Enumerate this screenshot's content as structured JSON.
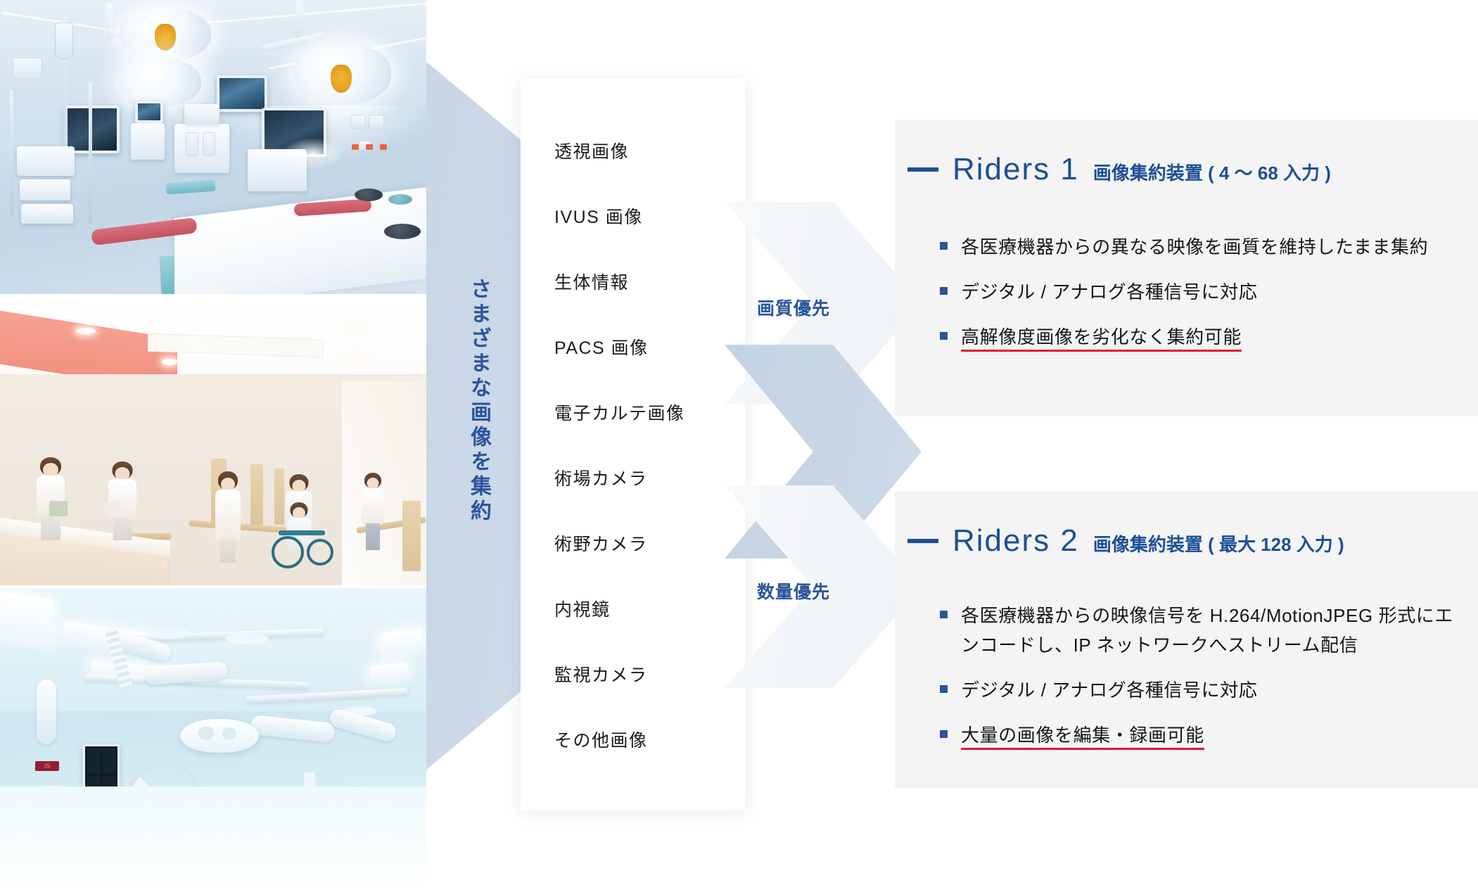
{
  "left_photos": [
    {
      "name": "operating-room-photo",
      "alt": "手術室の写真"
    },
    {
      "name": "hospital-corridor-photo",
      "alt": "病院廊下のイラスト"
    },
    {
      "name": "hybrid-operating-room-photo",
      "alt": "ハイブリッド手術室の写真"
    }
  ],
  "trapezoid": {
    "label": "さまざまな画像を集約",
    "color": "#c8d6e6",
    "text_color": "#2a559b"
  },
  "source_list": {
    "items": [
      "透視画像",
      "IVUS 画像",
      "生体情報",
      "PACS 画像",
      "電子カルテ画像",
      "術場カメラ",
      "術野カメラ",
      "内視鏡",
      "監視カメラ",
      "その他画像"
    ]
  },
  "arrows": [
    {
      "label": "画質優先",
      "color": "#f1f4f8"
    },
    {
      "label": "",
      "color": "#c8d6e5"
    },
    {
      "label": "数量優先",
      "color": "#f1f4f8"
    }
  ],
  "products": [
    {
      "title": "Riders 1",
      "subtitle": "画像集約装置 ( 4 〜 68 入力 )",
      "accent": "#1d4f96",
      "bullets": [
        {
          "text": "各医療機器からの異なる映像を画質を維持したまま集約",
          "underline": false
        },
        {
          "text": "デジタル / アナログ各種信号に対応",
          "underline": false
        },
        {
          "text": "高解像度画像を劣化なく集約可能",
          "underline": true
        }
      ]
    },
    {
      "title": "Riders 2",
      "subtitle": "画像集約装置 ( 最大 128 入力 )",
      "accent": "#1d4f96",
      "bullets": [
        {
          "text": "各医療機器からの映像信号を H.264/MotionJPEG 形式にエンコードし、IP ネットワークへストリーム配信",
          "underline": false
        },
        {
          "text": "デジタル / アナログ各種信号に対応",
          "underline": false
        },
        {
          "text": "大量の画像を編集・録画可能",
          "underline": true
        }
      ]
    }
  ],
  "colors": {
    "accent_blue": "#1d4f96",
    "label_blue": "#2a559b",
    "underline_red": "#e2192c",
    "card_bg": "#f4f4f4",
    "trapezoid_blue": "#c8d6e6"
  }
}
